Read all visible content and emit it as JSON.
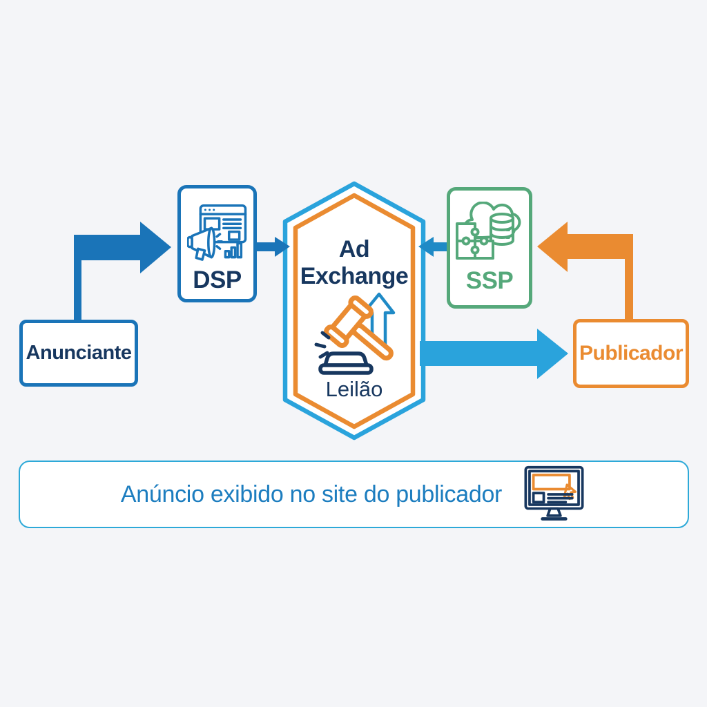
{
  "background_color": "#f4f5f8",
  "colors": {
    "page_bg": "#f4f5f8",
    "box_bg": "#ffffff",
    "dark_blue": "#1a74b8",
    "light_blue": "#2aa3dc",
    "mid_blue": "#1f8ac6",
    "orange": "#ea8b31",
    "green": "#55a87a",
    "navy": "#17375f",
    "banner_blue": "#1c7dbf",
    "banner_border": "#2da9d8"
  },
  "nodes": {
    "anunciante": {
      "label": "Anunciante"
    },
    "dsp": {
      "label": "DSP",
      "icon": "megaphone-browser-icon"
    },
    "ad_exchange": {
      "title_line1": "Ad",
      "title_line2": "Exchange",
      "sublabel": "Leilão",
      "icons": [
        "gavel-icon",
        "up-arrow-icon"
      ]
    },
    "ssp": {
      "label": "SSP",
      "icon": "cloud-database-puzzle-icon"
    },
    "publicador": {
      "label": "Publicador"
    }
  },
  "arrows": [
    {
      "name": "anunciante-to-dsp",
      "color": "#1a74b8"
    },
    {
      "name": "dsp-to-ad-exchange",
      "color": "#1a74b8"
    },
    {
      "name": "ssp-to-ad-exchange",
      "color": "#1f8ac6"
    },
    {
      "name": "ad-exchange-to-publicador",
      "color": "#2aa3dc"
    },
    {
      "name": "publicador-to-ssp",
      "color": "#ea8b31"
    }
  ],
  "banner": {
    "text": "Anúncio exibido no site do publicador",
    "icon": "monitor-ad-icon"
  }
}
